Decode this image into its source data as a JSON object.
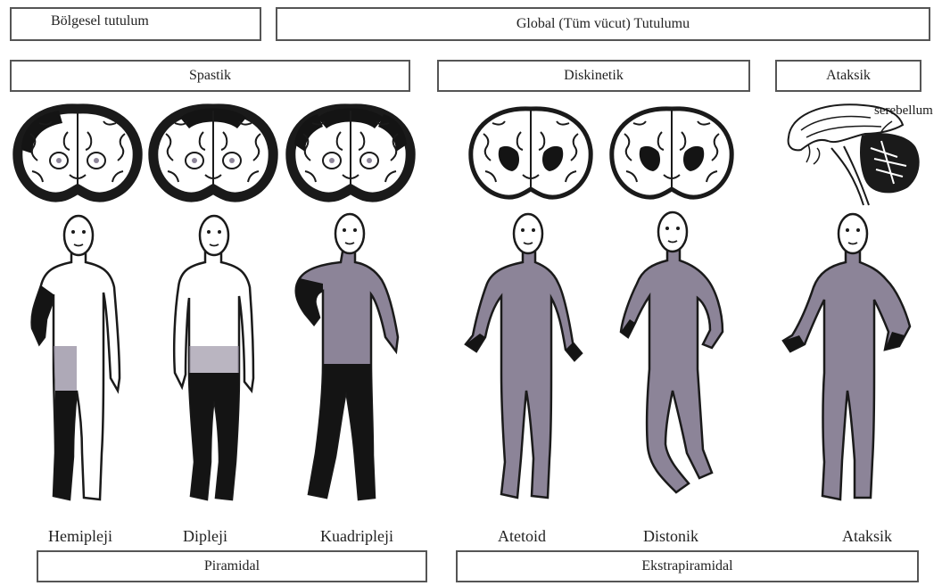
{
  "top": {
    "regional": "Bölgesel tutulum",
    "global": "Global (Tüm vücut) Tutulumu"
  },
  "groups": {
    "spastic": "Spastik",
    "dyskinetic": "Diskinetik",
    "ataxic": "Ataksik"
  },
  "cerebellum_label": "serebellum",
  "figures": [
    {
      "id": "hemiplegia",
      "label": "Hemipleji"
    },
    {
      "id": "diplegia",
      "label": "Dipleji"
    },
    {
      "id": "quadriplegia",
      "label": "Kuadripleji"
    },
    {
      "id": "athetoid",
      "label": "Atetoid"
    },
    {
      "id": "dystonic",
      "label": "Distonik"
    },
    {
      "id": "ataxic",
      "label": "Ataksik"
    }
  ],
  "bottom": {
    "pyramidal": "Piramidal",
    "extrapyramidal": "Ekstrapiramidal"
  },
  "colors": {
    "ink": "#1a1a1a",
    "shade": "#8c8498",
    "dark": "#141414"
  }
}
